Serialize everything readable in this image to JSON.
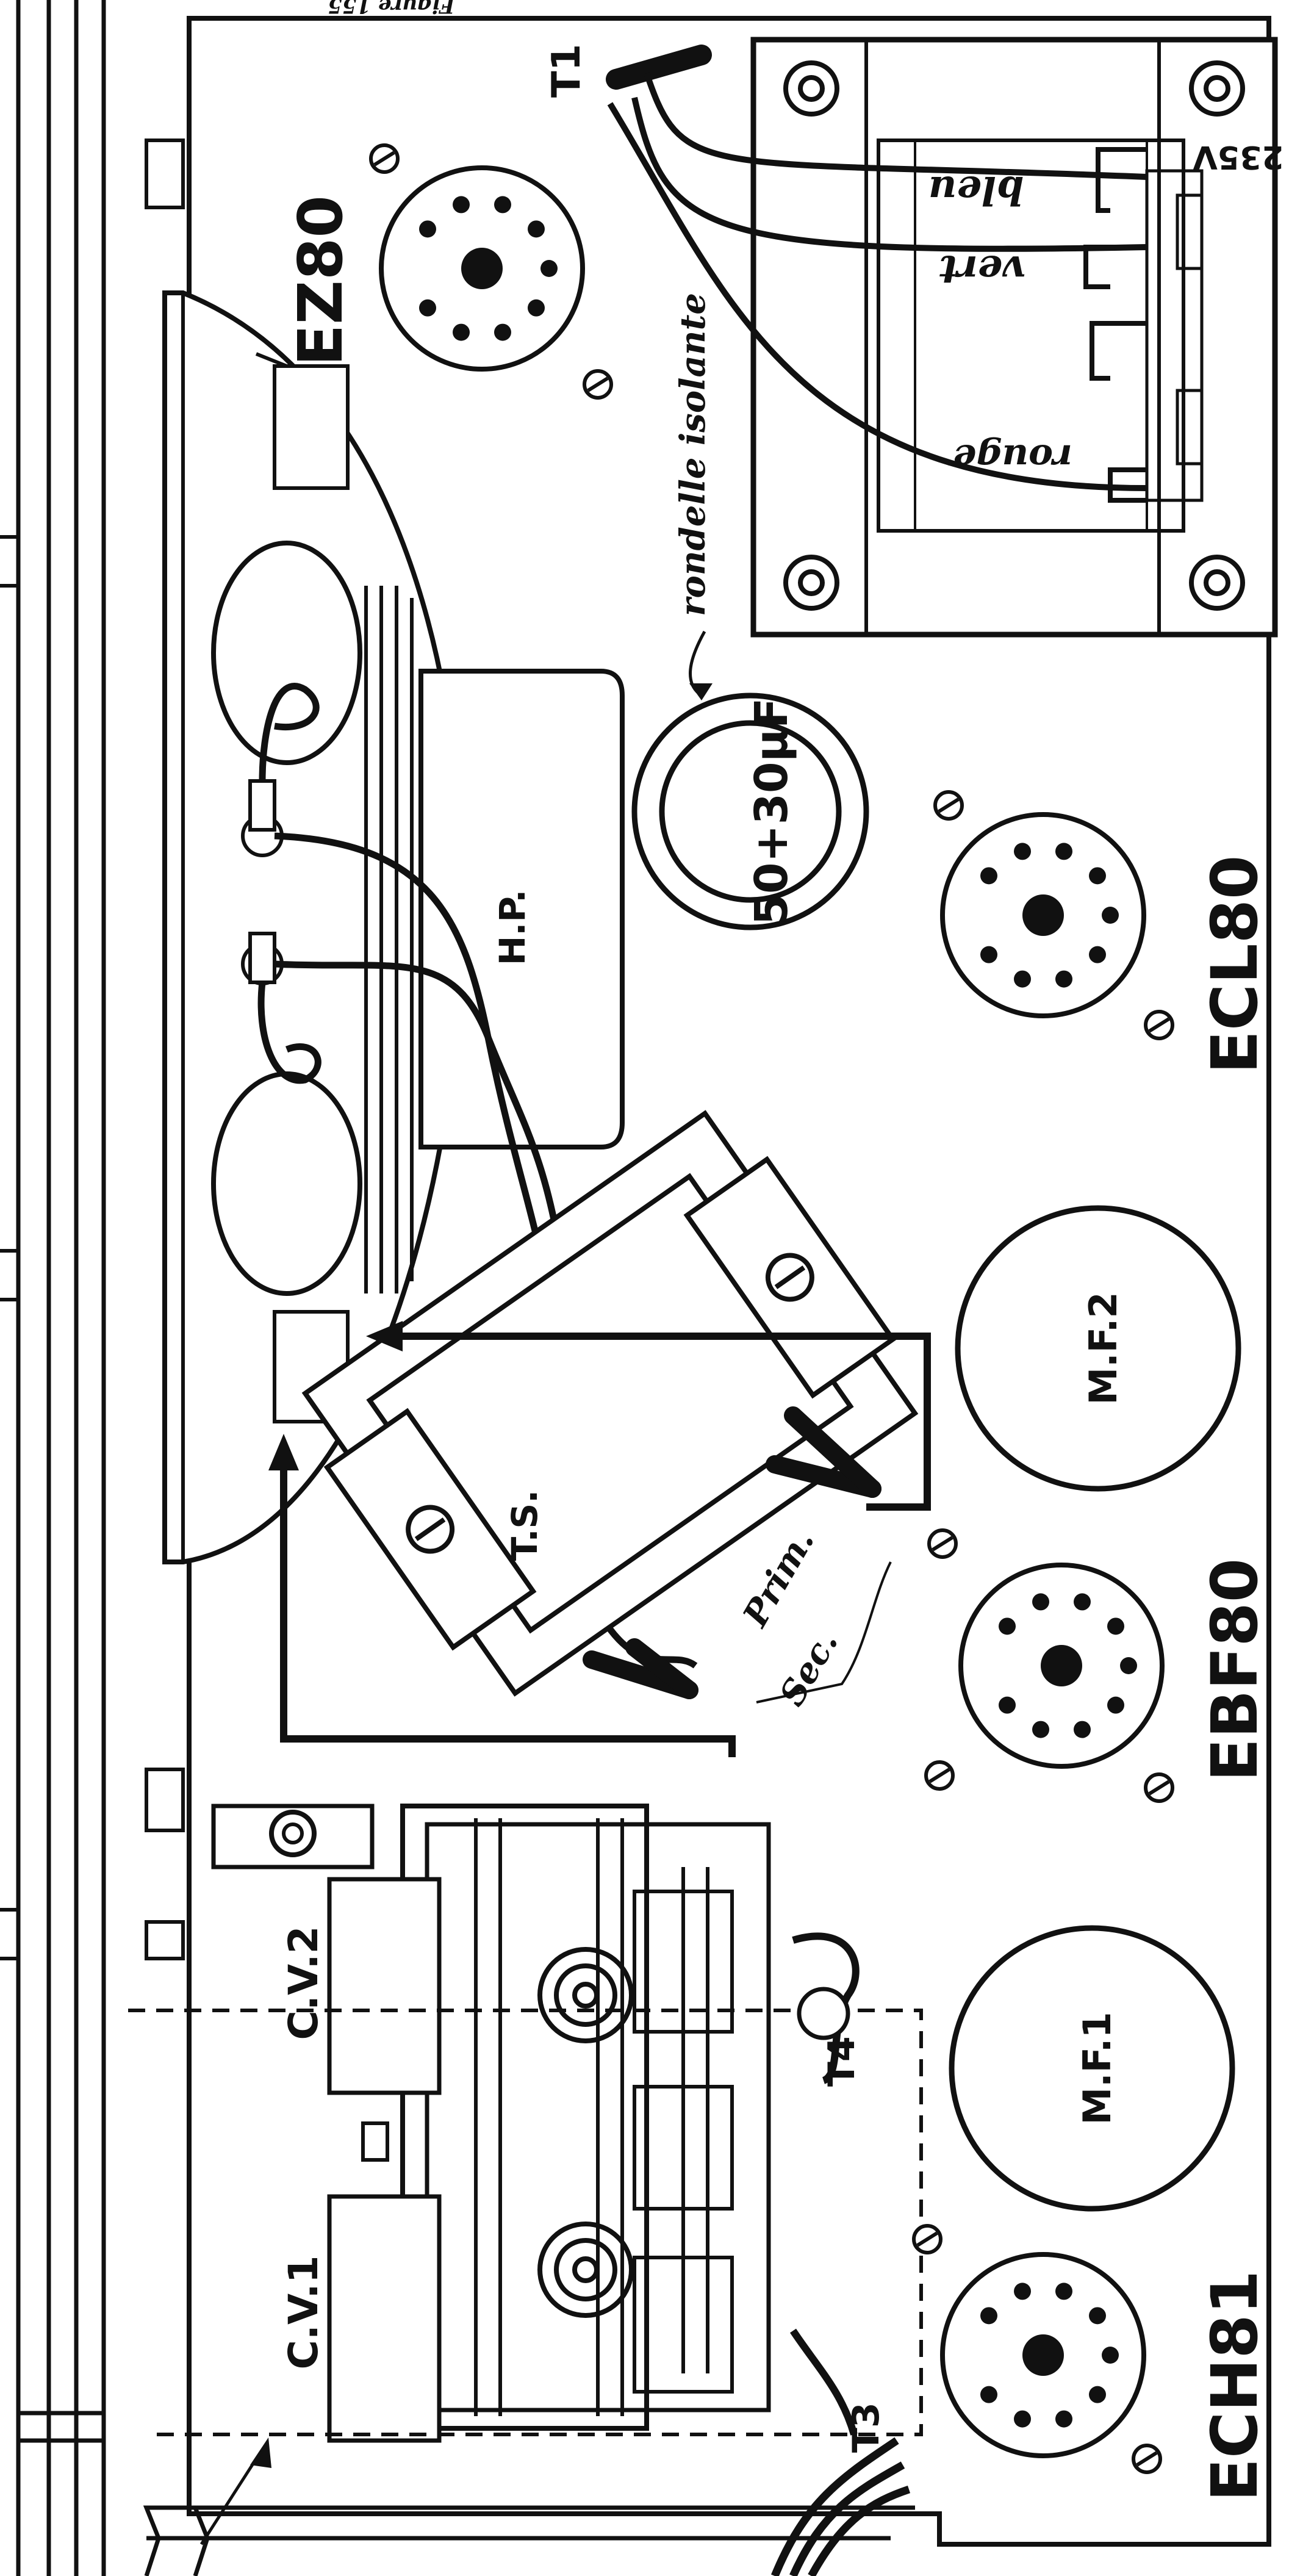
{
  "diagram": {
    "top_caption": "Figure 155",
    "tubes": {
      "ez80": "EZ80",
      "ecl80": "ECL80",
      "ebf80": "EBF80",
      "ech81": "ECH81"
    },
    "components": {
      "hp": "H.P.",
      "capacitor": "50+30µF",
      "mf1": "M.F.1",
      "mf2": "M.F.2",
      "ts": "T.S.",
      "cv1": "C.V.1",
      "cv2": "C.V.2"
    },
    "terminals": {
      "t1": "T1",
      "t3": "T3",
      "t4": "T4"
    },
    "annotations": {
      "rondelle": "rondelle isolante",
      "prim": "Prim.",
      "sec": "Sec."
    },
    "transformer": {
      "voltage": "235V",
      "wires": [
        "bleu",
        "vert",
        "rouge"
      ]
    }
  }
}
